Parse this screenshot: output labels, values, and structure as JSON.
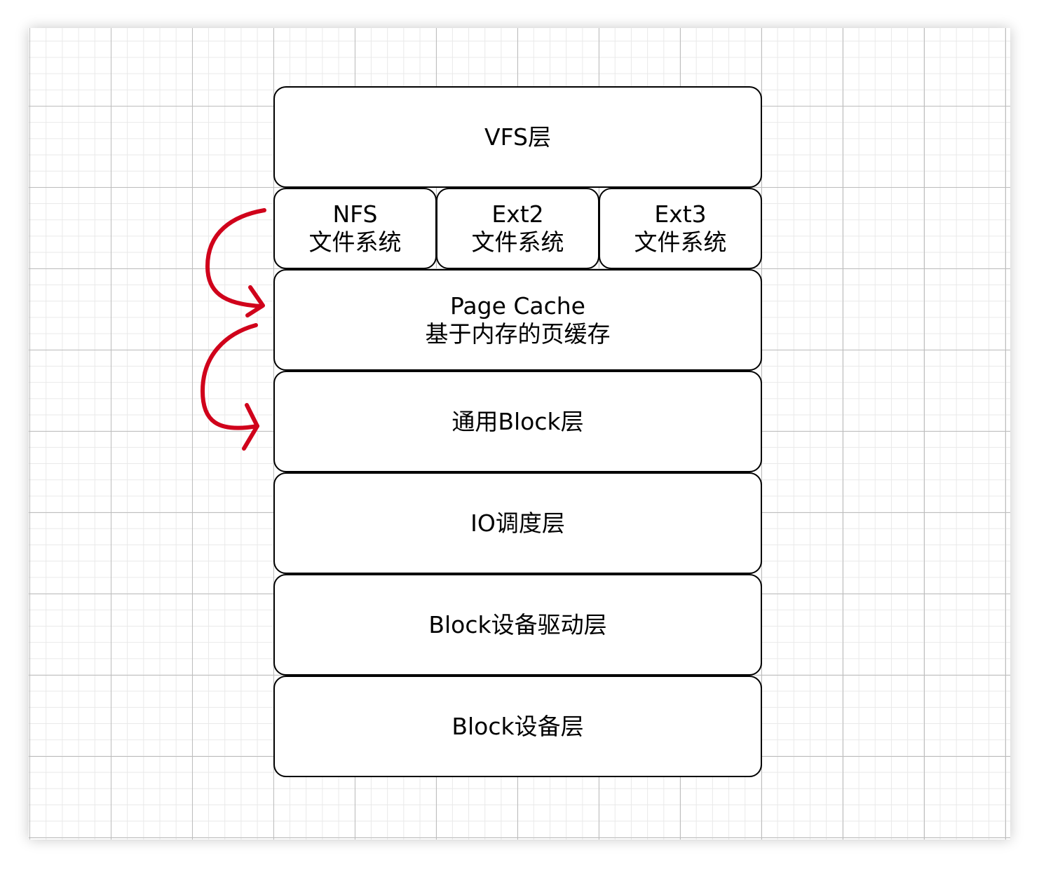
{
  "diagram": {
    "layers": {
      "vfs": "VFS层",
      "fs": [
        {
          "name": "NFS",
          "sub": "文件系统"
        },
        {
          "name": "Ext2",
          "sub": "文件系统"
        },
        {
          "name": "Ext3",
          "sub": "文件系统"
        }
      ],
      "page_cache": {
        "name": "Page Cache",
        "sub": "基于内存的页缓存"
      },
      "generic_block": "通用Block层",
      "io_scheduler": "IO调度层",
      "block_driver": "Block设备驱动层",
      "block_device": "Block设备层"
    },
    "colors": {
      "arrow": "#d0021b",
      "box_border": "#000000",
      "box_fill": "#ffffff",
      "grid_major": "#bdbdbd",
      "grid_minor": "#e9e9e9"
    }
  }
}
